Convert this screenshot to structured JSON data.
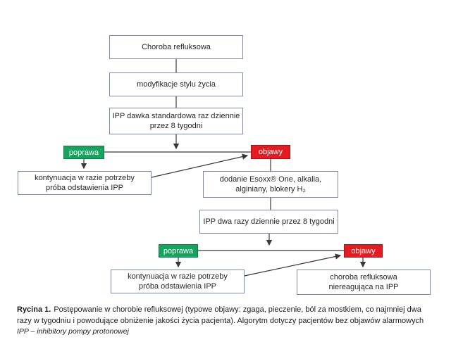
{
  "diagram": {
    "nodes": {
      "start": {
        "lines": [
          "Choroba refluksowa"
        ]
      },
      "lifestyle": {
        "lines": [
          "modyfikacje stylu życia"
        ]
      },
      "ipp_standard": {
        "lines": [
          "IPP dawka standardowa raz dziennie",
          "przez 8 tygodni"
        ]
      },
      "kontynuacja1": {
        "lines": [
          "kontynuacja w razie potrzeby",
          "próba odstawienia IPP"
        ]
      },
      "esoxx": {
        "lines": [
          "dodanie Esoxx® One, alkalia,",
          "alginiany, blokery H₂"
        ]
      },
      "ipp_double": {
        "lines": [
          "IPP dwa razy dziennie przez 8 tygodni"
        ]
      },
      "kontynuacja2": {
        "lines": [
          "kontynuacja w razie potrzeby",
          "próba odstawienia IPP"
        ]
      },
      "refractory": {
        "lines": [
          "choroba refluksowa",
          "niereagująca na IPP"
        ]
      }
    },
    "labels": {
      "poprawa": "poprawa",
      "objawy": "objawy"
    },
    "colors": {
      "box_border": "#7f88b5",
      "improve_green": "#15a35d",
      "symptom_red": "#e41b21",
      "connector": "#383838",
      "text": "#262626"
    }
  },
  "caption": {
    "title": "Rycina 1.",
    "text": "Postępowanie w chorobie refluksowej (typowe objawy: zgaga, pieczenie, ból za mostkiem, co najmniej dwa razy w tygodniu i powodujące obniżenie jakości życia pacjenta). Algorytm dotyczy pacjentów bez objawów alarmowych",
    "footnote": "IPP – inhibitory pompy protonowej"
  }
}
